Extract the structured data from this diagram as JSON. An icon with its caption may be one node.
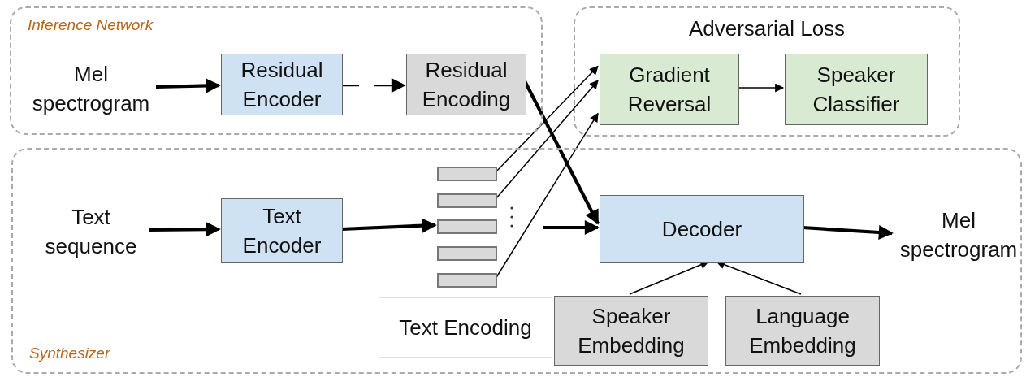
{
  "diagram": {
    "nodes": [
      {
        "text": [
          "Inference Network"
        ]
      },
      {
        "text": [
          "Mel spectrogram"
        ],
        "in": 0
      },
      {
        "text": [
          "Residual Encoder"
        ],
        "in": 0
      },
      {
        "text": [
          "Residual Encoding"
        ],
        "in": 0
      },
      {
        "text": [
          "Adversarial Loss"
        ]
      },
      {
        "text": [
          "Gradient Reversal"
        ],
        "in": 4
      },
      {
        "text": [
          "Speaker Classifier"
        ],
        "in": 4
      },
      {
        "text": [
          "Synthesizer"
        ]
      },
      {
        "text": [
          "Text sequence"
        ],
        "in": 7
      },
      {
        "text": [
          "Text Encoder"
        ],
        "in": 7
      },
      {
        "text": [
          "Text Encoding"
        ],
        "in": 7
      },
      {
        "text": [],
        "shape": "bar",
        "in": 7
      },
      {
        "text": [],
        "shape": "bar",
        "in": 7
      },
      {
        "text": [],
        "shape": "bar",
        "in": 7
      },
      {
        "text": [],
        "shape": "bar",
        "in": 7
      },
      {
        "text": [],
        "shape": "bar",
        "in": 7
      },
      {
        "text": [
          "Decoder"
        ],
        "in": 7
      },
      {
        "text": [
          "Mel spectrogram"
        ],
        "in": 7
      },
      {
        "text": [
          "Speaker Embedding"
        ],
        "in": 7
      },
      {
        "text": [
          "Language Embedding"
        ],
        "in": 7
      }
    ],
    "edges": [
      {
        "from": 1,
        "to": 2,
        "arrow": "to",
        "style": "thick"
      },
      {
        "from": 2,
        "to": 3,
        "arrow": "to",
        "style": "dashed"
      },
      {
        "from": 3,
        "to": 16,
        "arrow": "to",
        "style": "thick"
      },
      {
        "from": 5,
        "to": 6,
        "arrow": "to"
      },
      {
        "from": 11,
        "to": 5,
        "arrow": "to"
      },
      {
        "from": 12,
        "to": 5,
        "arrow": "to"
      },
      {
        "from": 15,
        "to": 5,
        "arrow": "to"
      },
      {
        "from": 8,
        "to": 9,
        "arrow": "to",
        "style": "thick"
      },
      {
        "from": 9,
        "to": 13,
        "arrow": "to",
        "style": "thick"
      },
      {
        "from": null,
        "to": 16,
        "arrow": "to",
        "style": "thick"
      },
      {
        "from": 16,
        "to": 17,
        "arrow": "to",
        "style": "thick"
      },
      {
        "from": 18,
        "to": 16,
        "arrow": "to"
      },
      {
        "from": 19,
        "to": 16,
        "arrow": "to"
      }
    ]
  }
}
